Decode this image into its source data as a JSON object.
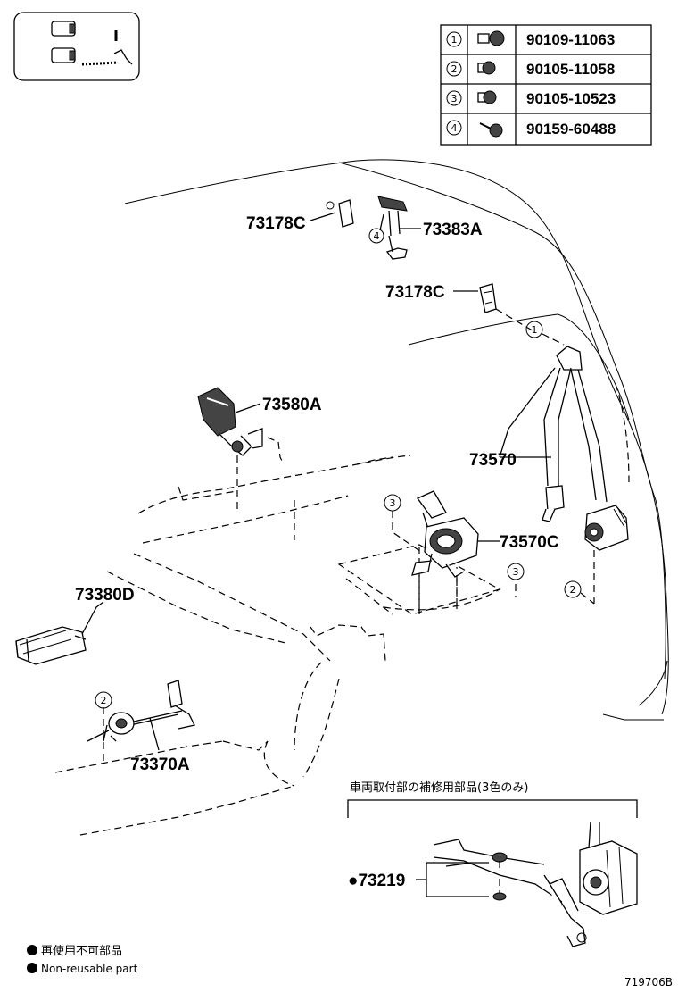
{
  "fastener_table": [
    {
      "num": "1",
      "part": "90109-11063"
    },
    {
      "num": "2",
      "part": "90105-11058"
    },
    {
      "num": "3",
      "part": "90105-10523"
    },
    {
      "num": "4",
      "part": "90159-60488"
    }
  ],
  "labels": {
    "p73178c_upper": "73178C",
    "p73383a": "73383A",
    "p73178c_lower": "73178C",
    "p73580a": "73580A",
    "p73570": "73570",
    "p73570c": "73570C",
    "p73380d": "73380D",
    "p73370a": "73370A",
    "p73219": "●73219"
  },
  "callouts": {
    "c1": "1",
    "c2_right": "2",
    "c2_left": "2",
    "c3_a": "3",
    "c3_b": "3",
    "c4": "4"
  },
  "inset_caption": "車両取付部の補修用部品(3色のみ)",
  "legend": {
    "jp": "再使用不可部品",
    "en": "Non-reusable part"
  },
  "diagram_id": "719706B"
}
